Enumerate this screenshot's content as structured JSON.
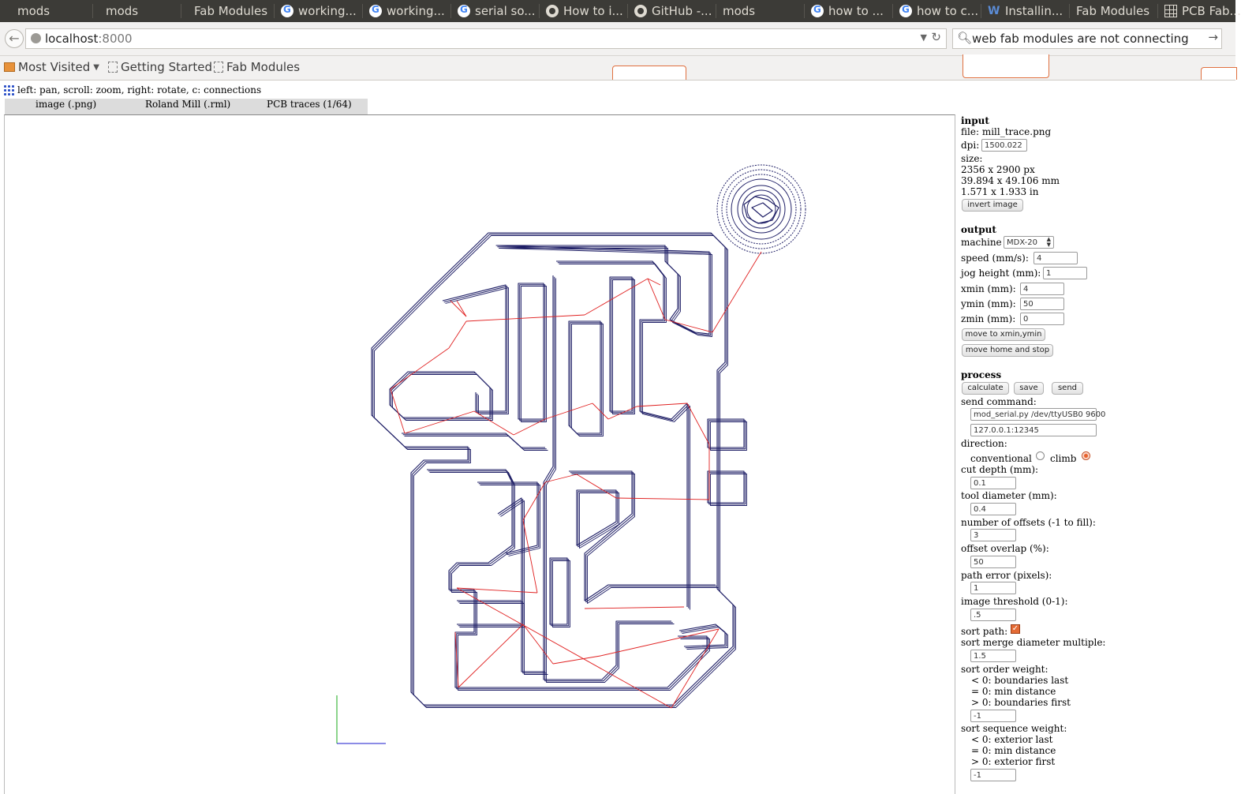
{
  "tabs": [
    {
      "label": "mods",
      "icon": "none"
    },
    {
      "label": "mods",
      "icon": "none"
    },
    {
      "label": "Fab Modules",
      "icon": "none"
    },
    {
      "label": "working...",
      "icon": "google-icon"
    },
    {
      "label": "working...",
      "icon": "google-icon"
    },
    {
      "label": "serial so...",
      "icon": "google-icon"
    },
    {
      "label": "How to i...",
      "icon": "github-icon"
    },
    {
      "label": "GitHub -...",
      "icon": "github-icon"
    },
    {
      "label": "mods",
      "icon": "none"
    },
    {
      "label": "how to ...",
      "icon": "google-icon"
    },
    {
      "label": "how to c...",
      "icon": "google-icon"
    },
    {
      "label": "Installin...",
      "icon": "wikipedia-icon"
    },
    {
      "label": "Fab Modules",
      "icon": "none"
    },
    {
      "label": "PCB Fab...",
      "icon": "grid-icon"
    }
  ],
  "address": {
    "host": "localhost",
    "port": ":8000"
  },
  "search": {
    "query": "web fab modules are not connecting"
  },
  "bookmarks": {
    "most_visited": "Most Visited",
    "getting_started": "Getting Started",
    "fab_modules": "Fab Modules"
  },
  "page": {
    "help": "left: pan, scroll: zoom, right: rotate, c: connections",
    "menu": [
      "image (.png)",
      "Roland Mill (.rml)",
      "PCB traces (1/64)"
    ]
  },
  "input": {
    "title": "input",
    "file_label": "file:",
    "file": "mill_trace.png",
    "dpi_label": "dpi:",
    "dpi": "1500.022",
    "size_label": "size:",
    "size_px": "2356 x 2900 px",
    "size_mm": "39.894 x 49.106 mm",
    "size_in": "1.571 x 1.933 in",
    "invert": "invert image"
  },
  "output": {
    "title": "output",
    "machine_label": "machine",
    "machine": "MDX-20",
    "speed_label": "speed (mm/s):",
    "speed": "4",
    "jog_label": "jog height (mm):",
    "jog": "1",
    "xmin_label": "xmin (mm):",
    "xmin": "4",
    "ymin_label": "ymin (mm):",
    "ymin": "50",
    "zmin_label": "zmin (mm):",
    "zmin": "0",
    "move_xy": "move to xmin,ymin",
    "move_home": "move home and stop"
  },
  "process": {
    "title": "process",
    "calculate": "calculate",
    "save": "save",
    "send": "send",
    "send_label": "send command:",
    "send_cmd": "mod_serial.py /dev/ttyUSB0 9600",
    "server": "127.0.0.1:12345",
    "direction_label": "direction:",
    "conventional": "conventional",
    "climb": "climb",
    "direction_selected": "climb",
    "cut_depth_label": "cut depth (mm):",
    "cut_depth": "0.1",
    "tool_label": "tool diameter (mm):",
    "tool": "0.4",
    "offsets_label": "number of offsets (-1 to fill):",
    "offsets": "3",
    "overlap_label": "offset overlap (%):",
    "overlap": "50",
    "error_label": "path error (pixels):",
    "error": "1",
    "threshold_label": "image threshold (0-1):",
    "threshold": ".5",
    "sort_label": "sort path:",
    "sort_checked": true,
    "merge_label": "sort merge diameter multiple:",
    "merge": "1.5",
    "order_label": "sort order weight:",
    "order_lines": [
      "< 0: boundaries last",
      "= 0: min distance",
      "> 0: boundaries first"
    ],
    "order": "-1",
    "sequence_label": "sort sequence weight:",
    "sequence_lines": [
      "< 0: exterior last",
      "= 0: min distance",
      "> 0: exterior first"
    ],
    "sequence": "-1"
  },
  "colors": {
    "trace": "#1f1f66",
    "move": "#e02020",
    "accent": "#e46b35"
  }
}
